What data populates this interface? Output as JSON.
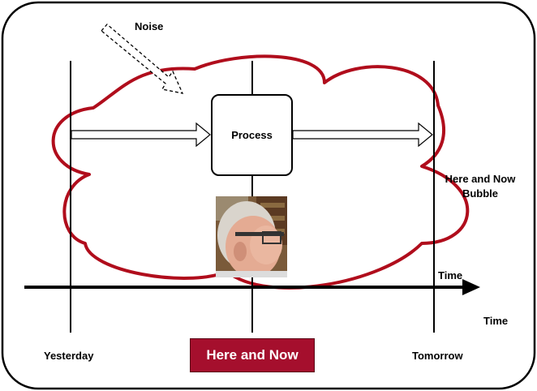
{
  "labels": {
    "noise": "Noise",
    "process": "Process",
    "bubble_line1": "Here and Now",
    "bubble_line2": "Bubble",
    "time_axis": "Time",
    "time_outer": "Time",
    "yesterday": "Yesterday",
    "tomorrow": "Tomorrow",
    "here_and_now": "Here and Now"
  },
  "colors": {
    "bubble_stroke": "#b00d1c",
    "button_fill": "#a50f2d",
    "line": "#000000"
  },
  "icons": {
    "portrait": "person-photo-icon",
    "noise_arrow": "dashed-arrow-icon"
  }
}
